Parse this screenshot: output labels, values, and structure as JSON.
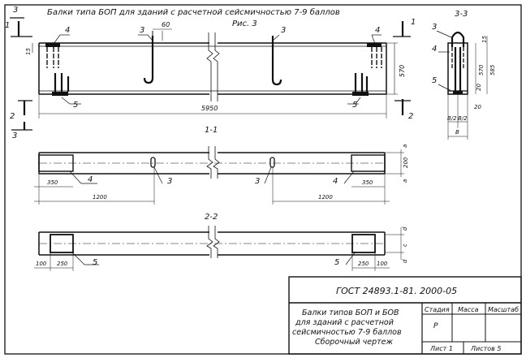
{
  "title": "Балки типа БОП для зданий с расчетной сейсмичностью 7-9 баллов",
  "figure": "Рис. 3",
  "section_labels": {
    "s11": "1-1",
    "s22": "2-2",
    "s33": "3-3",
    "cut1_left": "1",
    "cut1_right": "1",
    "cut2_left": "2",
    "cut2_right": "2",
    "cut3_left": "3",
    "cut3_left2": "3"
  },
  "callouts": {
    "c3": "3",
    "c4": "4",
    "c5": "5",
    "c3b": "3",
    "c4b": "4",
    "c5b": "5"
  },
  "dimensions": {
    "d60": "60",
    "d15": "15",
    "d570": "570",
    "d5950": "5950",
    "d585": "585",
    "d20a": "20",
    "d20b": "20",
    "d15b": "15",
    "d570b": "570",
    "dB": "В",
    "dB2a": "В/2",
    "dB2b": "В/2",
    "d350a": "350",
    "d350b": "350",
    "d1200a": "1200",
    "d1200b": "1200",
    "d200": "200",
    "da1": "а",
    "da2": "а",
    "d100a": "100",
    "d250a": "250",
    "d250b": "250",
    "d100b": "100",
    "dd1": "d",
    "dc": "с",
    "dd2": "d"
  },
  "title_block": {
    "doc_code": "ГОСТ 24893.1-81. 2000-05",
    "name_line1": "Балки типов БОП и БОВ",
    "name_line2": "для зданий с расчетной",
    "name_line3": "сейсмичностью 7-9 баллов",
    "name_line4": "Сборочный чертеж",
    "col_stage": "Стадия",
    "col_mass": "Масса",
    "col_scale": "Масштаб",
    "stage_value": "Р",
    "sheet": "Лист 1",
    "sheets": "Листов 5"
  }
}
